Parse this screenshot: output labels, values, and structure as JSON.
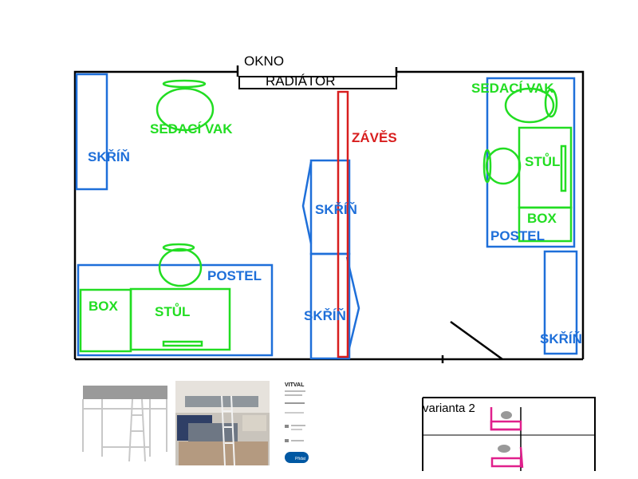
{
  "colors": {
    "wall": "#000000",
    "blue": "#1e6fd9",
    "green": "#22dd22",
    "red": "#d81e1e",
    "magenta": "#e0208c"
  },
  "plan": {
    "labels": {
      "okno": "OKNO",
      "radiator": "RADIÁTOR",
      "sedaci_vak_left": "SEDACÍ VAK",
      "sedaci_vak_right": "SEDACÍ VAK",
      "skrin_left": "SKŘÍŇ",
      "zaves": "ZÁVĚS",
      "skrin_mid_top": "SKŘÍŇ",
      "skrin_mid_bottom": "SKŘÍŇ",
      "stul_right": "STŮL",
      "box_right": "BOX",
      "postel_right": "POSTEL",
      "postel_left": "POSTEL",
      "box_left": "BOX",
      "stul_left": "STŮL",
      "skrin_right": "SKŘÍŇ"
    }
  },
  "product_card": {
    "title": "VITVAL",
    "button": "Přidat"
  },
  "variant": {
    "label": "varianta 2"
  }
}
